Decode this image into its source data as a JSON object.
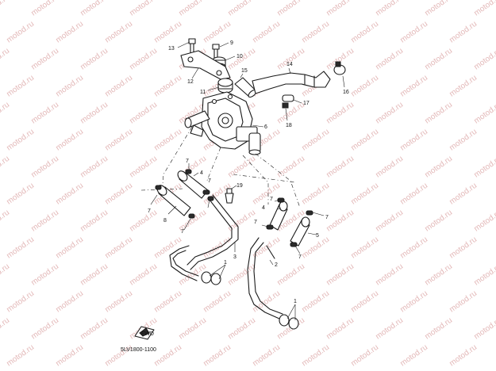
{
  "watermark": "motod.ru",
  "diagram_code": "5LV1800-1100",
  "fwd_label": "FWD",
  "callouts": {
    "c1a": "1",
    "c1b": "1",
    "c2": "2",
    "c3": "3",
    "c4a": "4",
    "c4b": "4",
    "c5": "5",
    "c6": "6",
    "c7a": "7",
    "c7b": "7",
    "c7c": "7",
    "c7d": "7",
    "c7e": "7",
    "c7f": "7",
    "c7g": "7",
    "c7h": "7",
    "c8": "8",
    "c9": "9",
    "c10": "10",
    "c11": "11",
    "c12": "12",
    "c13": "13",
    "c14": "14",
    "c15": "15",
    "c16": "16",
    "c17": "17",
    "c18": "18",
    "c19": "19"
  }
}
